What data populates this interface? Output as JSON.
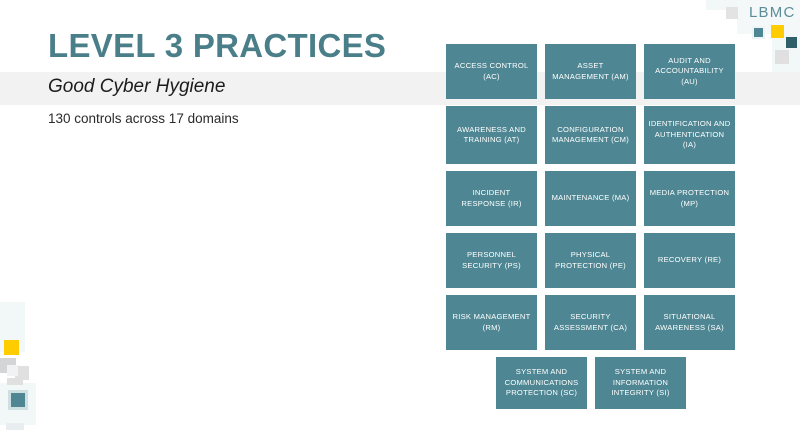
{
  "slide": {
    "title": "LEVEL 3 PRACTICES",
    "subtitle": "Good Cyber Hygiene",
    "tagline": "130  controls across 17 domains"
  },
  "brand": {
    "logo_text": "LBMC",
    "accent_teal": "#4e8793",
    "title_teal": "#4a7f8a",
    "accent_yellow": "#ffcc00",
    "dark_teal": "#2f5f67",
    "band_gray": "#f2f2f2"
  },
  "domain_grid": {
    "rows": [
      [
        {
          "label": "ACCESS CONTROL (AC)"
        },
        {
          "label": "ASSET MANAGEMENT (AM)"
        },
        {
          "label": "AUDIT AND ACCOUNTABILITY (AU)"
        }
      ],
      [
        {
          "label": "AWARENESS AND TRAINING (AT)"
        },
        {
          "label": "CONFIGURATION MANAGEMENT (CM)"
        },
        {
          "label": "IDENTIFICATION AND AUTHENTICATION (IA)"
        }
      ],
      [
        {
          "label": "INCIDENT RESPONSE (IR)"
        },
        {
          "label": "MAINTENANCE (MA)"
        },
        {
          "label": "MEDIA PROTECTION (MP)"
        }
      ],
      [
        {
          "label": "PERSONNEL SECURITY (PS)"
        },
        {
          "label": "PHYSICAL PROTECTION (PE)"
        },
        {
          "label": "RECOVERY (RE)"
        }
      ],
      [
        {
          "label": "RISK MANAGEMENT (RM)"
        },
        {
          "label": "SECURITY ASSESSMENT (CA)"
        },
        {
          "label": "SITUATIONAL AWARENESS (SA)"
        }
      ],
      [
        {
          "label": "SYSTEM AND COMMUNICATIONS PROTECTION (SC)"
        },
        {
          "label": "SYSTEM AND INFORMATION INTEGRITY (SI)"
        }
      ]
    ]
  }
}
